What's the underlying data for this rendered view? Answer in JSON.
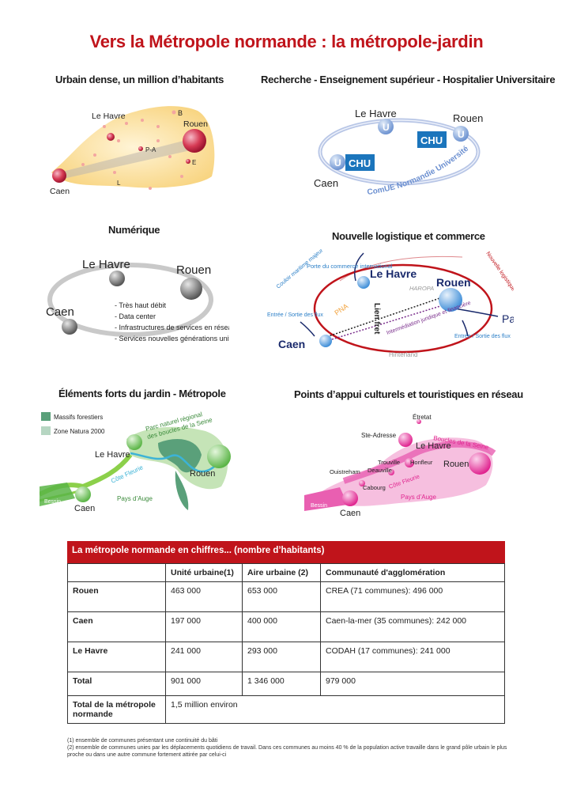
{
  "title": "Vers la Métropole normande : la métropole-jardin",
  "colors": {
    "accent": "#c0141b",
    "blue": "#2b7fc7",
    "pink": "#e0248f",
    "green": "#5bb547"
  },
  "p1": {
    "title": "Urbain dense, un million d’habitants",
    "le_havre": "Le Havre",
    "rouen": "Rouen",
    "caen": "Caen",
    "b": "B",
    "pa": "P-A",
    "e": "E",
    "l": "L"
  },
  "p2": {
    "title": "Recherche - Enseignement supérieur - Hospitalier Universitaire",
    "le_havre": "Le Havre",
    "rouen": "Rouen",
    "caen": "Caen",
    "u": "U",
    "chu": "CHU",
    "comue": "ComUE Normandie Université"
  },
  "p3": {
    "title": "Numérique",
    "le_havre": "Le Havre",
    "rouen": "Rouen",
    "caen": "Caen",
    "bullets": [
      "- Très haut débit",
      "- Data center",
      "- Infrastructures de services en réseau",
      "- Services nouvelles générations unifiés"
    ]
  },
  "p4": {
    "title": "Nouvelle logistique et commerce",
    "couloir": "Couloir maritime majeur",
    "porte": "Porte du commerce international",
    "nouvelle": "Nouvelle logistique et intermodalité",
    "le_havre": "Le Havre",
    "rouen": "Rouen",
    "caen": "Caen",
    "paris": "Paris",
    "haropa": "HAROPA",
    "pna": "PNA",
    "lien": "Lien fret",
    "intermediation": "Intermédiation juridique et financière",
    "entree_left": "Entrée / Sortie des flux",
    "entree_right": "Entrée / Sortie des flux",
    "hinterland": "Hinterland"
  },
  "p5": {
    "title": "Éléments forts du jardin - Métropole",
    "legend": [
      "Massifs forestiers",
      "Zone Natura 2000"
    ],
    "parc": "Parc naturel régional des boucles de la Seine",
    "le_havre": "Le Havre",
    "rouen": "Rouen",
    "caen": "Caen",
    "cote": "Côte Fleurie",
    "pays": "Pays d’Auge",
    "bessin": "Bessin"
  },
  "p6": {
    "title": "Points d’appui culturels et touristiques en réseau",
    "etretat": "Étretat",
    "ste_adresse": "Ste-Adresse",
    "boucles": "Boucles de la Seine",
    "le_havre": "Le Havre",
    "rouen": "Rouen",
    "trouville": "Trouville",
    "honfleur": "Honfleur",
    "ouistreham": "Ouistreham",
    "deauville": "Deauville",
    "cabourg": "Cabourg",
    "cote": "Côte Fleurie",
    "pays": "Pays d’Auge",
    "bessin": "Bessin",
    "caen": "Caen"
  },
  "table": {
    "heading": "La métropole normande en chiffres... (nombre d’habitants)",
    "columns": [
      "",
      "Unité urbaine(1)",
      "Aire urbaine (2)",
      "Communauté d'agglomération"
    ],
    "rows": [
      [
        "Rouen",
        "463 000",
        "653 000",
        "CREA (71 communes): 496 000"
      ],
      [
        "Caen",
        "197 000",
        "400 000",
        "Caen-la-mer (35 communes): 242 000"
      ],
      [
        "Le Havre",
        "241 000",
        "293 000",
        "CODAH (17 communes): 241 000"
      ],
      [
        "Total",
        "901 000",
        "1 346 000",
        "979 000"
      ]
    ],
    "last_row": {
      "label": "Total de la métropole normande",
      "value": "1,5 million environ"
    }
  },
  "footnotes": [
    "(1) ensemble de communes présentant une continuité du bâti",
    "(2) ensemble de communes unies par les déplacements quotidiens de travail. Dans ces communes au moins 40 % de la population active travaille dans le grand pôle urbain le plus proche ou dans une autre commune fortement attirée par celui-ci"
  ]
}
